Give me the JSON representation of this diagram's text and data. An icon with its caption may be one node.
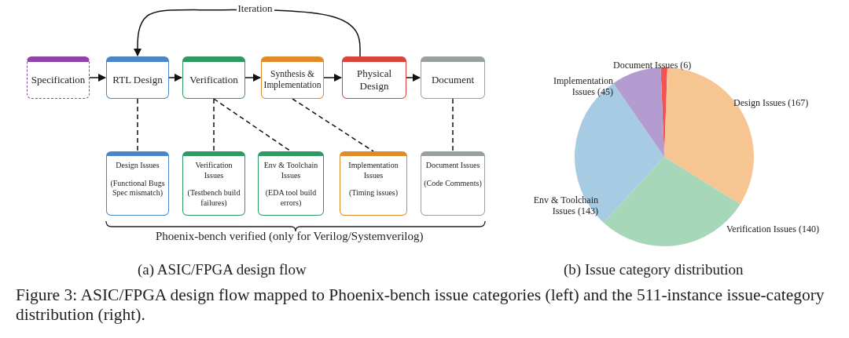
{
  "diagram": {
    "caption": "Figure 3: ASIC/FPGA design flow mapped to Phoenix-bench issue categories (left) and the 511-instance issue-category distribution (right).",
    "nodes": [
      {
        "text": [
          "Specification"
        ]
      },
      {
        "text": [
          "RTL Design"
        ]
      },
      {
        "text": [
          "Verification"
        ]
      },
      {
        "text": [
          "Synthesis & Implementation"
        ]
      },
      {
        "text": [
          "Physical Design"
        ]
      },
      {
        "text": [
          "Document"
        ]
      },
      {
        "text": [
          "Design Issues",
          "(Functional Bugs Spec mismatch)"
        ]
      },
      {
        "text": [
          "Verification Issues",
          "(Testbench build failures)"
        ]
      },
      {
        "text": [
          "Env & Toolchain Issues",
          "(EDA tool build errors)"
        ]
      },
      {
        "text": [
          "Implementation Issues",
          "(Timing issues)"
        ]
      },
      {
        "text": [
          "Document Issues",
          "(Code Comments)"
        ]
      }
    ],
    "edges": [
      {
        "from": 0,
        "to": 1,
        "arrow": "to"
      },
      {
        "from": 1,
        "to": 2,
        "arrow": "to"
      },
      {
        "from": 2,
        "to": 3,
        "arrow": "to"
      },
      {
        "from": 3,
        "to": 4,
        "arrow": "to"
      },
      {
        "from": 4,
        "to": 5,
        "arrow": "to"
      },
      {
        "from": 4,
        "to": 1,
        "arrow": "to",
        "label": "Iteration"
      },
      {
        "from": 1,
        "to": 6,
        "arrow": "none",
        "style": "dashed"
      },
      {
        "from": 2,
        "to": 7,
        "arrow": "none",
        "style": "dashed"
      },
      {
        "from": 2,
        "to": 8,
        "arrow": "none",
        "style": "dashed"
      },
      {
        "from": 3,
        "to": 9,
        "arrow": "none",
        "style": "dashed"
      },
      {
        "from": 5,
        "to": 10,
        "arrow": "none",
        "style": "dashed"
      }
    ],
    "labels": [
      "Phoenix-bench verified (only for Verilog/Systemverilog)",
      "(a) ASIC/FPGA design flow",
      "(b) Issue category distribution"
    ],
    "chart_data": {
      "type": "pie",
      "categories": [
        "Document Issues (6)",
        "Design Issues (167)",
        "Verification Issues (140)",
        "Env & Toolchain Issues (143)",
        "Implementation Issues (45)"
      ],
      "values": [
        6,
        167,
        140,
        143,
        45
      ]
    }
  }
}
